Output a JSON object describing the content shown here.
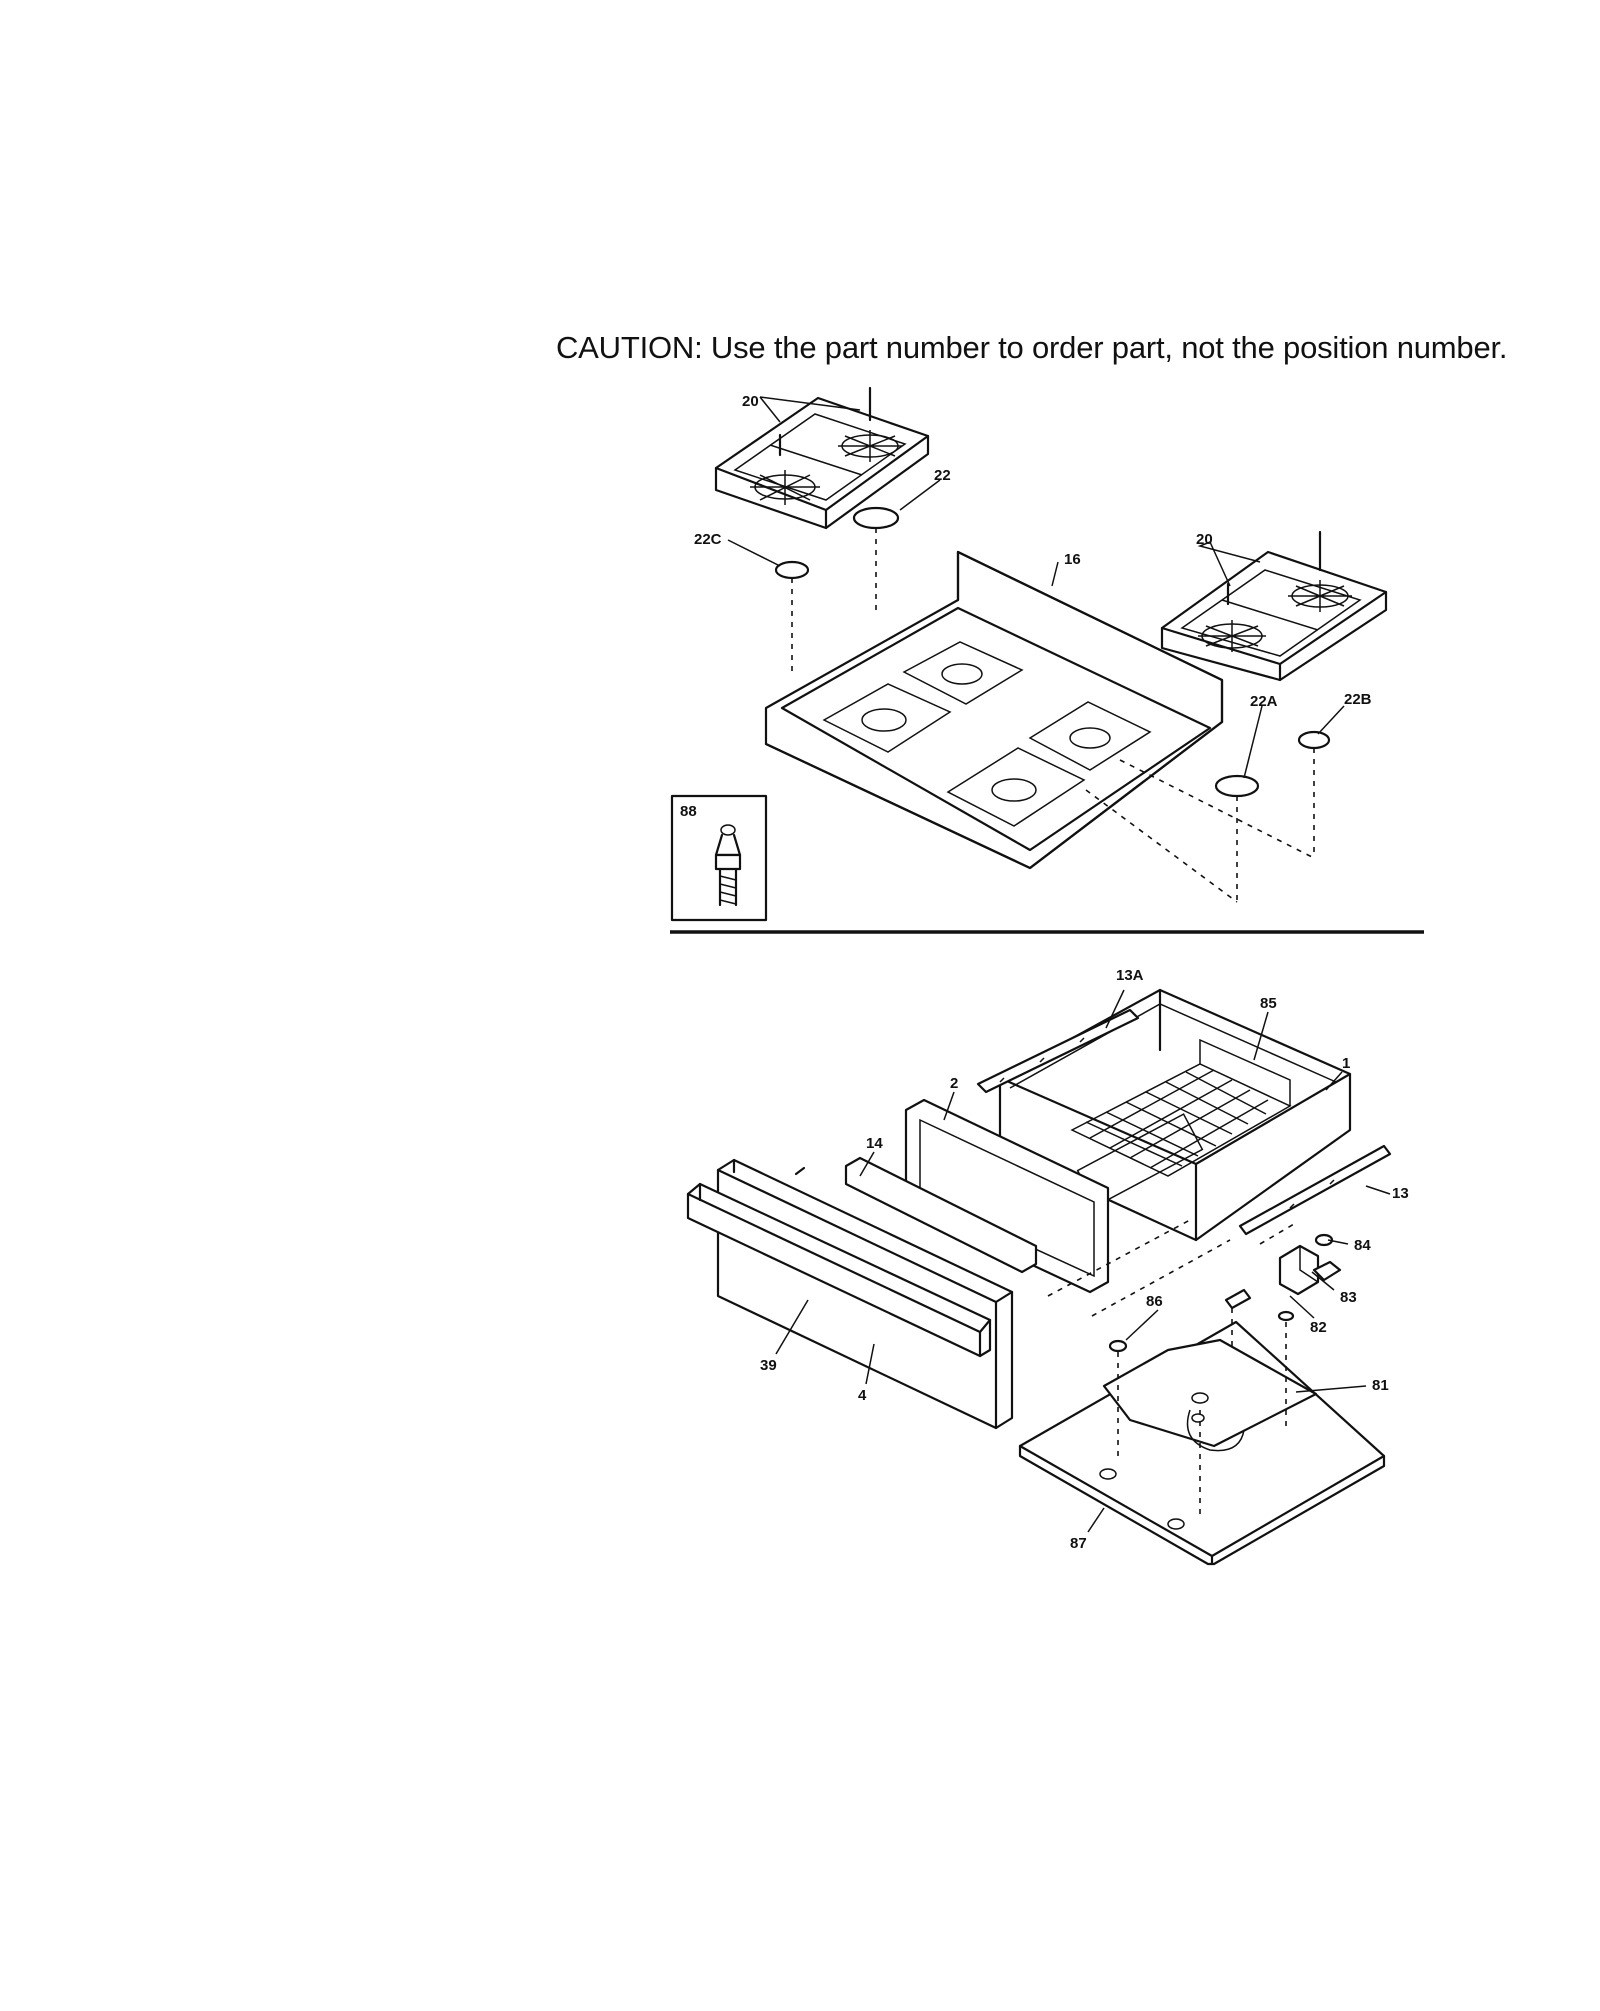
{
  "caution": "CAUTION: Use the part number to order part, not the position number.",
  "labels": {
    "grate_left": "20",
    "grate_right": "20",
    "cap_22": "22",
    "cap_22c": "22C",
    "cap_22a": "22A",
    "cap_22b": "22B",
    "cooktop": "16",
    "spark": "88",
    "rail_13a": "13A",
    "rack": "85",
    "drawer_body": "1",
    "drawer_liner": "2",
    "rail_13": "13",
    "glass": "14",
    "handle": "39",
    "drawer_front": "4",
    "part_86": "86",
    "part_84": "84",
    "part_83": "83",
    "part_82": "82",
    "burner_81": "81",
    "bottom_87": "87"
  }
}
